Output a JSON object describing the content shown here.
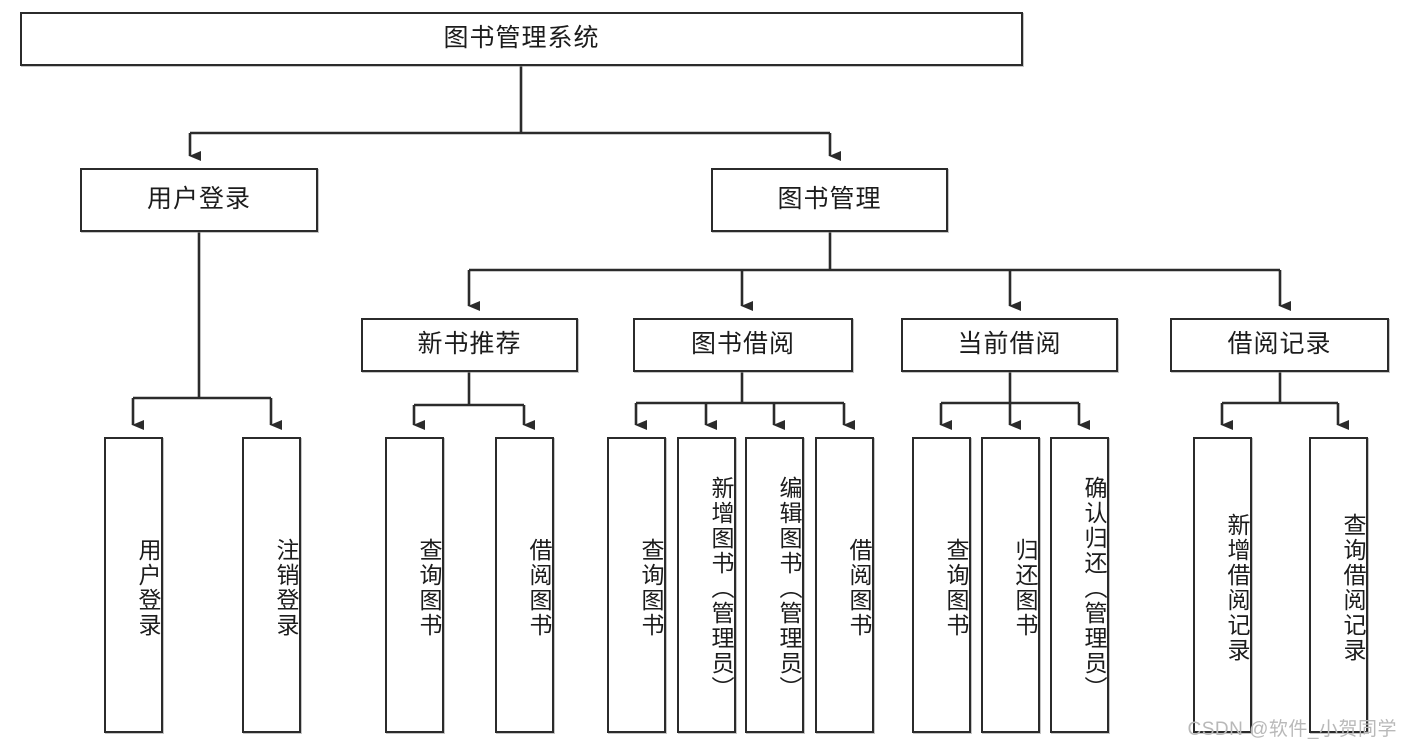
{
  "diagram": {
    "title": "图书管理系统",
    "type": "tree-hierarchy",
    "watermark": "CSDN @软件_小贺同学",
    "colors": {
      "border": "#2b2b2b",
      "fill": "#ffffff",
      "text": "#1c1c1c",
      "watermark": "#b9b9b9"
    }
  },
  "root": {
    "label": "图书管理系统"
  },
  "level2": [
    {
      "label": "用户登录"
    },
    {
      "label": "图书管理"
    }
  ],
  "level3": [
    {
      "label": "新书推荐"
    },
    {
      "label": "图书借阅"
    },
    {
      "label": "当前借阅"
    },
    {
      "label": "借阅记录"
    }
  ],
  "leaves": {
    "user_login": [
      {
        "label": "用户登录"
      },
      {
        "label": "注销登录"
      }
    ],
    "new_book_recommend": [
      {
        "label": "查询图书"
      },
      {
        "label": "借阅图书"
      }
    ],
    "book_borrow": [
      {
        "label": "查询图书"
      },
      {
        "label": "新增图书（管理员）"
      },
      {
        "label": "编辑图书（管理员）"
      },
      {
        "label": "借阅图书"
      }
    ],
    "current_borrow": [
      {
        "label": "查询图书"
      },
      {
        "label": "归还图书"
      },
      {
        "label": "确认归还（管理员）"
      }
    ],
    "borrow_record": [
      {
        "label": "新增借阅记录"
      },
      {
        "label": "查询借阅记录"
      }
    ]
  }
}
